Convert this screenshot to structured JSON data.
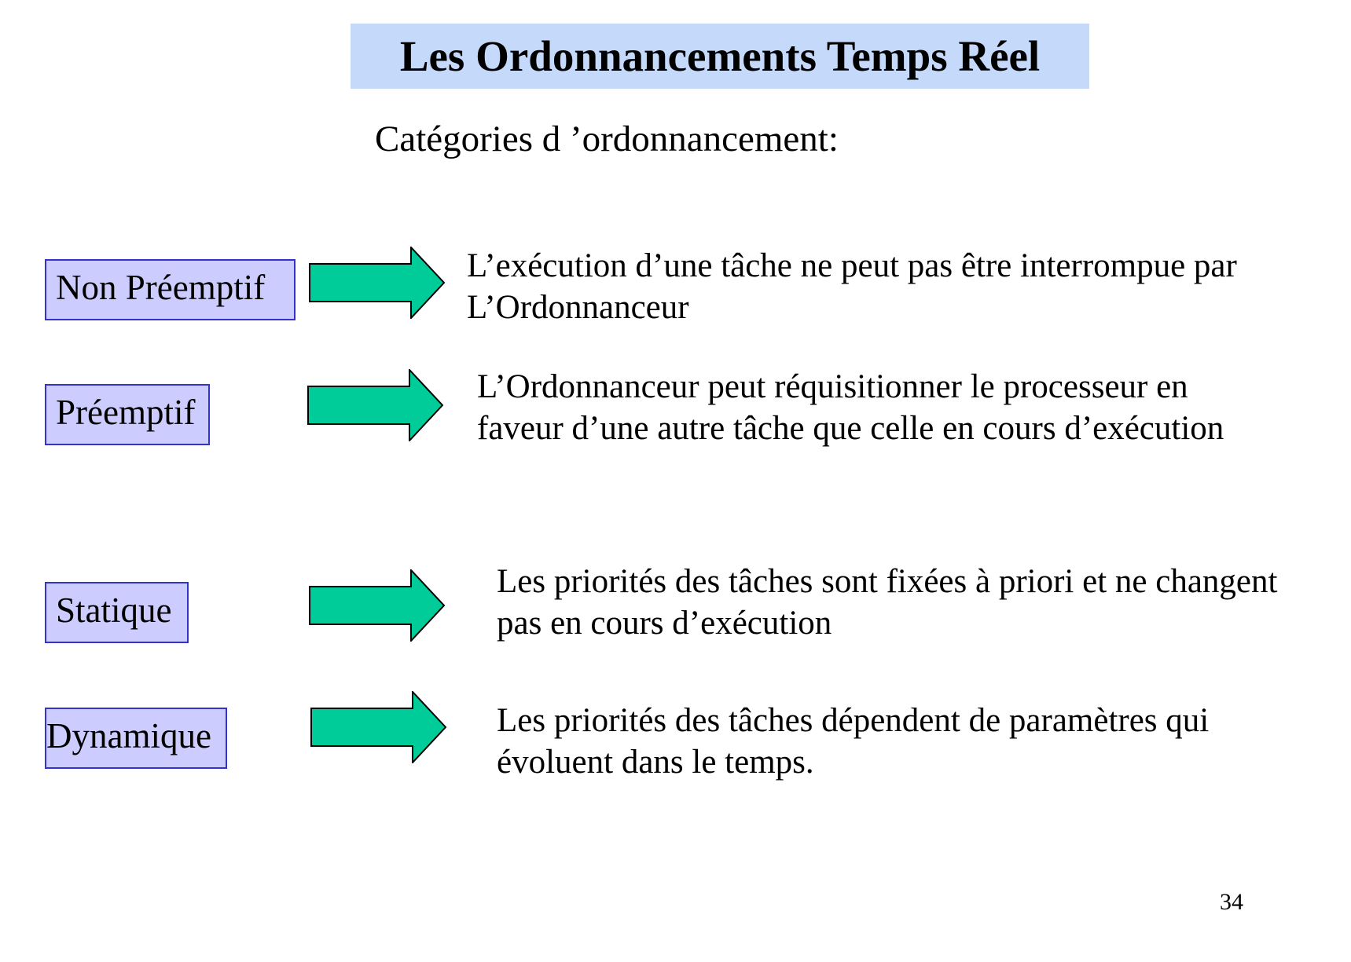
{
  "slide": {
    "title": "Les Ordonnancements Temps Réel",
    "subtitle": "Catégories d ’ordonnancement:",
    "page_number": "34"
  },
  "colors": {
    "title_background": "#c5d9fb",
    "category_background": "#ccccff",
    "category_border": "#3333cc",
    "arrow_fill": "#00cc99",
    "arrow_stroke": "#000000"
  },
  "icons": {
    "arrow": "right-arrow-icon"
  },
  "categories": [
    {
      "label": "Non Préemptif",
      "description_lines": [
        "L’exécution d’une tâche ne peut pas être interrompue par",
        "L’Ordonnanceur"
      ]
    },
    {
      "label": "Préemptif",
      "description_lines": [
        "L’Ordonnanceur peut réquisitionner le processeur en",
        "faveur d’une autre tâche que celle en cours d’exécution"
      ]
    },
    {
      "label": "Statique",
      "description_lines": [
        "Les priorités des tâches sont fixées à priori  et ne changent",
        "pas en cours d’exécution"
      ]
    },
    {
      "label": "Dynamique",
      "description_lines": [
        "Les priorités des tâches dépendent de paramètres qui",
        "évoluent dans le temps."
      ]
    }
  ]
}
